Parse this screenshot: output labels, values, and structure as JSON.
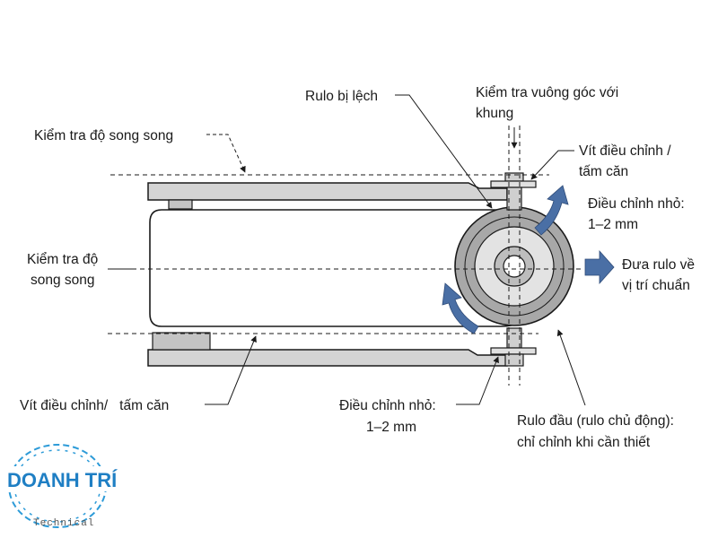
{
  "labels": {
    "check_parallel_top": "Kiểm tra độ song song",
    "check_parallel_left_1": "Kiểm tra độ",
    "check_parallel_left_2": "song song",
    "misaligned_roller": "Rulo bị lệch",
    "check_perpendicular_1": "Kiểm tra vuông góc với",
    "check_perpendicular_2": "khung",
    "adjust_screw_top_1": "Vít điều chỉnh /",
    "adjust_screw_top_2": "tấm căn",
    "fine_adjust_top_1": "Điều chỉnh nhỏ:",
    "fine_adjust_top_2": "1–2 mm",
    "move_roller_1": "Đưa rulo về",
    "move_roller_2": "vị trí chuẩn",
    "adjust_screw_bottom": "Vít điều chỉnh/   tấm căn",
    "fine_adjust_bottom_1": "Điều chỉnh nhỏ:",
    "fine_adjust_bottom_2": "1–2 mm",
    "head_roller_1": "Rulo đầu (rulo chủ động):",
    "head_roller_2": "chỉ chỉnh khi cần thiết"
  },
  "logo": {
    "name": "DOANH TRÍ",
    "tagline": "Technical"
  },
  "colors": {
    "frame_fill": "#d4d4d4",
    "outline": "#1a1a1a",
    "roller_outer": "#a8a8a8",
    "roller_mid": "#e3e3e3",
    "arrow_blue": "#4a6fa5",
    "logo_blue": "#1f7fc4",
    "logo_chain": "#2d9bd8"
  }
}
